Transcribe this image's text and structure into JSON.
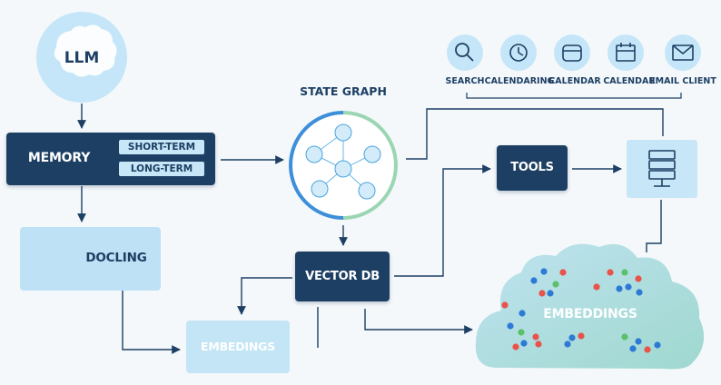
{
  "llm": {
    "label": "LLM"
  },
  "memory": {
    "label": "MEMORY",
    "short_term": "SHORT-TERM",
    "long_term": "LONG-TERM"
  },
  "docling": {
    "label": "DOCLING"
  },
  "embedings_box": {
    "label": "EMBEDINGS"
  },
  "state_graph": {
    "title": "STATE GRAPH"
  },
  "vector_db": {
    "label": "VECTOR DB"
  },
  "tools": {
    "label": "TOOLS",
    "items": [
      {
        "label": "SEARCH",
        "icon": "magnifier-icon"
      },
      {
        "label": "CALENDARING",
        "icon": "clock-icon"
      },
      {
        "label": "CALENDAR",
        "icon": "calendar-grid-icon"
      },
      {
        "label": "CALENDAR",
        "icon": "calendar-icon"
      },
      {
        "label": "EMAIL CLIENT",
        "icon": "envelope-icon"
      }
    ]
  },
  "embeddings_cloud": {
    "label": "EMBEDDINGS"
  },
  "colors": {
    "dark_navy": "#1c3f63",
    "light_blue": "#bfe1f5",
    "circle_blue": "#c5e6f8",
    "cloud_teal": "#a9dcd6",
    "arrow": "#1c3f63",
    "ring_blue": "#3d8fd9",
    "ring_green": "#9ad6b3",
    "dot_blue": "#2d7ad6",
    "dot_red": "#e8534a",
    "dot_green": "#5cc06a"
  }
}
